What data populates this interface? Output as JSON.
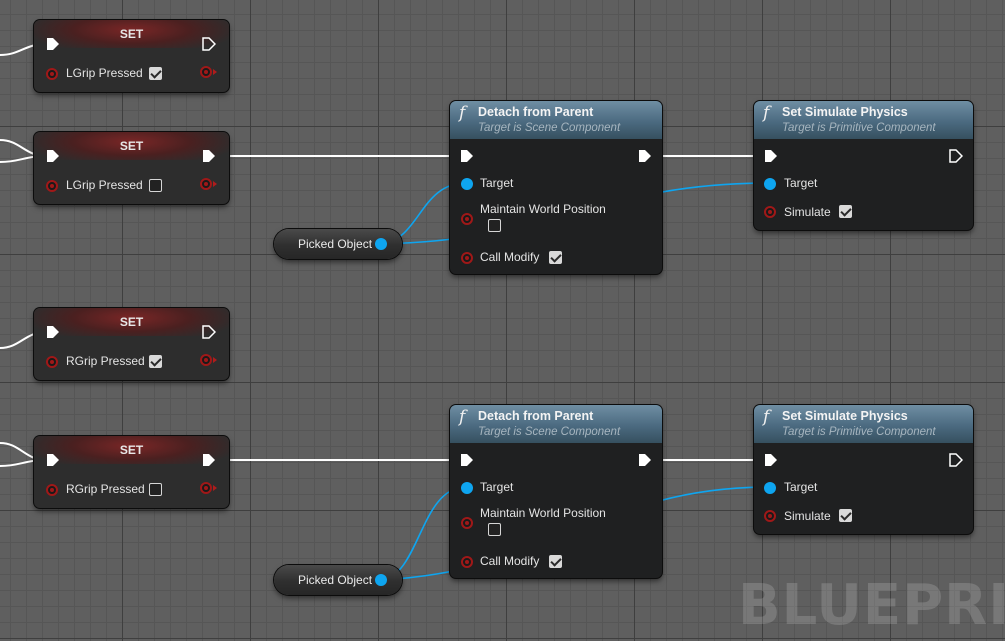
{
  "set_nodes": [
    {
      "title": "SET",
      "variable": "LGrip Pressed",
      "checked": true
    },
    {
      "title": "SET",
      "variable": "LGrip Pressed",
      "checked": false
    },
    {
      "title": "SET",
      "variable": "RGrip Pressed",
      "checked": true
    },
    {
      "title": "SET",
      "variable": "RGrip Pressed",
      "checked": false
    }
  ],
  "detach_nodes": [
    {
      "title": "Detach from Parent",
      "subtitle": "Target is Scene Component",
      "target_label": "Target",
      "maintain_label": "Maintain World Position",
      "maintain_checked": false,
      "call_modify_label": "Call Modify",
      "call_modify_checked": true
    },
    {
      "title": "Detach from Parent",
      "subtitle": "Target is Scene Component",
      "target_label": "Target",
      "maintain_label": "Maintain World Position",
      "maintain_checked": false,
      "call_modify_label": "Call Modify",
      "call_modify_checked": true
    }
  ],
  "physics_nodes": [
    {
      "title": "Set Simulate Physics",
      "subtitle": "Target is Primitive Component",
      "target_label": "Target",
      "simulate_label": "Simulate",
      "simulate_checked": true
    },
    {
      "title": "Set Simulate Physics",
      "subtitle": "Target is Primitive Component",
      "target_label": "Target",
      "simulate_label": "Simulate",
      "simulate_checked": true
    }
  ],
  "var_nodes": [
    {
      "label": "Picked Object"
    },
    {
      "label": "Picked Object"
    }
  ],
  "function_icon": "f",
  "watermark": "BLUEPRINT",
  "colors": {
    "exec_wire": "#ffffff",
    "object_wire": "#0ea5f0",
    "bool_pin": "#a01818",
    "fn_header": "#4b6a80",
    "set_header": "#7a2626"
  }
}
